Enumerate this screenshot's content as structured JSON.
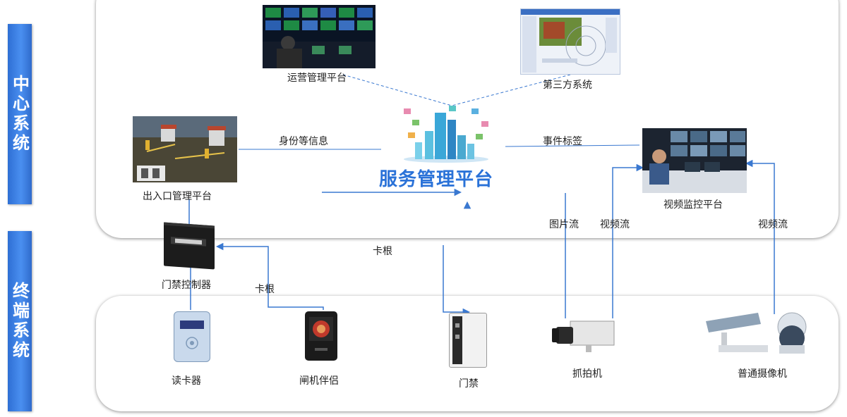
{
  "tiers": {
    "center": "中心系统",
    "terminal": "终端系统"
  },
  "platform": {
    "title": "服务管理平台"
  },
  "center_nodes": {
    "ops": "运营管理平台",
    "third_party": "第三方系统",
    "parking": "出入口管理平台",
    "video_monitor": "视频监控平台"
  },
  "terminal_nodes": {
    "door_controller": "门禁控制器",
    "card_reader": "读卡器",
    "gate_companion": "闸机伴侣",
    "door_access": "门禁",
    "capture_camera": "抓拍机",
    "ptz_camera": "普通摄像机"
  },
  "flows": {
    "identity_info": "身份等信息",
    "event_tag": "事件标签",
    "image_stream": "图片流",
    "video_stream_1": "视频流",
    "video_stream_2": "视频流",
    "record_1": "卡根",
    "record_2": "卡根"
  },
  "colors": {
    "accent": "#2a72d8",
    "tier_bar": "#3a7fe6",
    "line_blue": "#3a78d0"
  }
}
